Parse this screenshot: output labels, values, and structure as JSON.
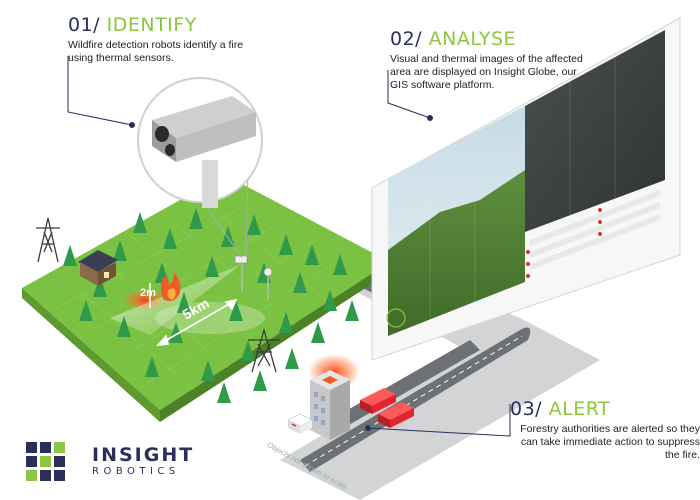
{
  "steps": [
    {
      "number": "01/",
      "title": "IDENTIFY",
      "text": "Wildfire detection robots identify a fire using thermal sensors."
    },
    {
      "number": "02/",
      "title": "ANALYSE",
      "text": "Visual and thermal images of the affected area are displayed on Insight Globe, our GIS software platform."
    },
    {
      "number": "03/",
      "title": "ALERT",
      "text": "Forestry authorities are alerted so they can take immediate action to suppress the fire."
    }
  ],
  "map_labels": {
    "distance": "5km",
    "height": "2m"
  },
  "footnote": "Objects not shown to scale.",
  "logo": {
    "line1": "INSIGHT",
    "line2": "ROBOTICS"
  },
  "colors": {
    "navy": "#2a2f5a",
    "green": "#8dc63f",
    "grass": "#7cc242",
    "tree": "#2f9a4a",
    "road": "#6d7074",
    "fire": "#f15a24",
    "ambulance_red": "#e1262d"
  }
}
